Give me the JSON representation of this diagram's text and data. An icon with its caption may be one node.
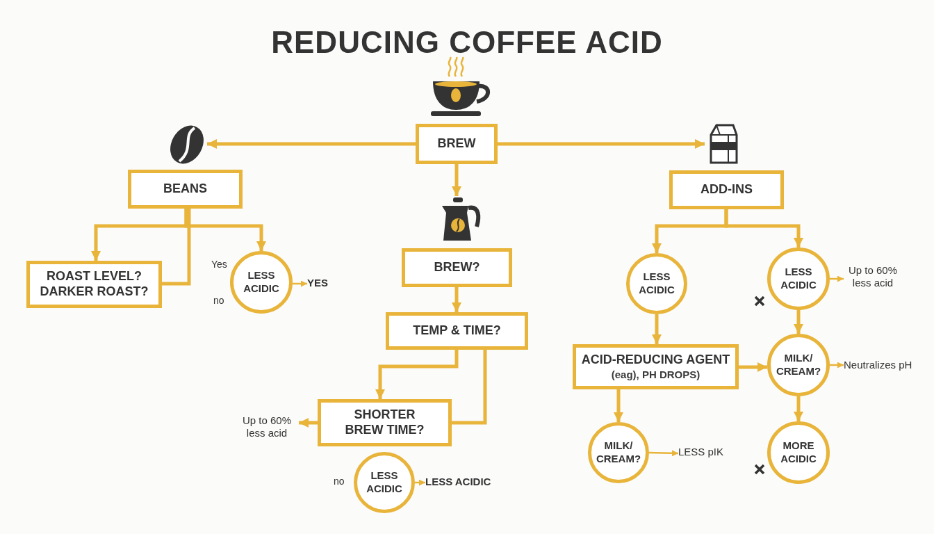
{
  "diagram": {
    "title": "REDUCING COFFEE ACID",
    "nodes": [
      {
        "text": [
          "BREW"
        ]
      },
      {
        "text": [],
        "shape": "picture"
      },
      {
        "text": [],
        "shape": "picture"
      },
      {
        "text": [],
        "shape": "picture"
      },
      {
        "text": [
          "BEANS"
        ]
      },
      {
        "text": [
          "ADD-INS"
        ]
      },
      {
        "text": [
          "ROAST LEVEL? DARKER ROAST?"
        ]
      },
      {
        "text": [
          "LESS ACIDIC"
        ]
      },
      {
        "text": [
          "YES"
        ]
      },
      {
        "text": [
          "BREW?"
        ]
      },
      {
        "text": [
          "TEMP & TIME?"
        ]
      },
      {
        "text": [
          "SHORTER BREW TIME?"
        ]
      },
      {
        "text": [
          "Up to 60% less acid"
        ]
      },
      {
        "text": [
          "LESS ACIDIC"
        ]
      },
      {
        "text": [
          "LESS ACIDIC"
        ]
      },
      {
        "text": [
          "LESS ACIDIC"
        ]
      },
      {
        "text": [
          "LESS ACIDIC"
        ]
      },
      {
        "text": [
          "Up to 60% less acid"
        ]
      },
      {
        "text": [
          "ACID-REDUCING AGENT",
          "(eag), PH DROPS)"
        ]
      },
      {
        "text": [
          "MILK/ CREAM?"
        ]
      },
      {
        "text": [
          "Neutralizes pH"
        ]
      },
      {
        "text": [
          "MILK/ CREAM?"
        ]
      },
      {
        "text": [
          "LESS pIK"
        ]
      },
      {
        "text": [
          "MORE ACIDIC"
        ]
      }
    ],
    "edges": [
      {
        "from": 0,
        "to": 1,
        "arrow": "to"
      },
      {
        "from": 0,
        "to": 2,
        "arrow": "to"
      },
      {
        "from": 0,
        "to": 3,
        "arrow": "to"
      },
      {
        "from": 4,
        "to": 6,
        "arrow": "to"
      },
      {
        "from": 4,
        "to": 7,
        "arrow": "to"
      },
      {
        "from": 6,
        "to": 4,
        "arrow": "none"
      },
      {
        "from": 7,
        "to": 8,
        "arrow": "to"
      },
      {
        "from": 9,
        "to": 10,
        "arrow": "to"
      },
      {
        "from": 10,
        "to": 11,
        "arrow": "to"
      },
      {
        "from": 11,
        "to": 10,
        "arrow": "none"
      },
      {
        "from": 11,
        "to": 12,
        "arrow": "to"
      },
      {
        "from": 13,
        "to": 14,
        "arrow": "to"
      },
      {
        "from": 5,
        "to": 15,
        "arrow": "to"
      },
      {
        "from": 5,
        "to": 16,
        "arrow": "to"
      },
      {
        "from": 15,
        "to": 18,
        "arrow": "to"
      },
      {
        "from": 16,
        "to": 19,
        "arrow": "to"
      },
      {
        "from": 18,
        "to": 19,
        "arrow": "to"
      },
      {
        "from": 18,
        "to": 21,
        "arrow": "to"
      },
      {
        "from": 16,
        "to": 17,
        "arrow": "to"
      },
      {
        "from": 19,
        "to": 20,
        "arrow": "to"
      },
      {
        "from": 21,
        "to": 22,
        "arrow": "to"
      },
      {
        "from": 19,
        "to": 23,
        "arrow": "to"
      }
    ],
    "labels": [
      "Yes",
      "no",
      "no"
    ]
  }
}
